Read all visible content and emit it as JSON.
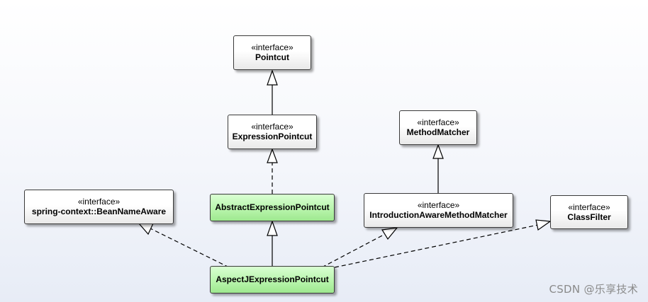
{
  "nodes": {
    "pointcut": {
      "stereotype": "«interface»",
      "name": "Pointcut"
    },
    "expression_pointcut": {
      "stereotype": "«interface»",
      "name": "ExpressionPointcut"
    },
    "method_matcher": {
      "stereotype": "«interface»",
      "name": "MethodMatcher"
    },
    "bean_name_aware": {
      "stereotype": "«interface»",
      "name": "spring-context::BeanNameAware"
    },
    "abstract_expression_pointcut": {
      "name": "AbstractExpressionPointcut"
    },
    "introduction_aware_method_matcher": {
      "stereotype": "«interface»",
      "name": "IntroductionAwareMethodMatcher"
    },
    "class_filter": {
      "stereotype": "«interface»",
      "name": "ClassFilter"
    },
    "aspectj_expression_pointcut": {
      "name": "AspectJExpressionPointcut"
    }
  },
  "relations": [
    {
      "from": "ExpressionPointcut",
      "to": "Pointcut",
      "type": "generalization"
    },
    {
      "from": "AbstractExpressionPointcut",
      "to": "ExpressionPointcut",
      "type": "realization"
    },
    {
      "from": "IntroductionAwareMethodMatcher",
      "to": "MethodMatcher",
      "type": "generalization"
    },
    {
      "from": "AspectJExpressionPointcut",
      "to": "AbstractExpressionPointcut",
      "type": "generalization"
    },
    {
      "from": "AspectJExpressionPointcut",
      "to": "spring-context::BeanNameAware",
      "type": "realization"
    },
    {
      "from": "AspectJExpressionPointcut",
      "to": "IntroductionAwareMethodMatcher",
      "type": "realization"
    },
    {
      "from": "AspectJExpressionPointcut",
      "to": "ClassFilter",
      "type": "realization"
    }
  ],
  "colors": {
    "interface_fill": "#ffffff",
    "class_fill": "#b9f5ad",
    "border": "#3a3a3a",
    "line": "#000000"
  },
  "watermark": "CSDN @乐享技术"
}
